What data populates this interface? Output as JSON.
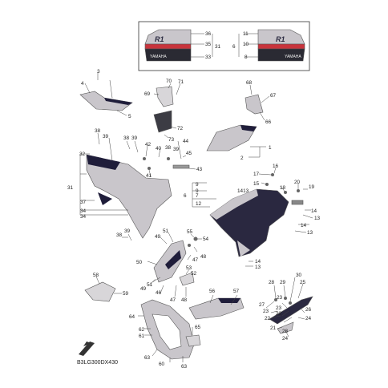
{
  "diagram": {
    "code": "B3LG300DX430",
    "colors": {
      "silver": "#c9c6cb",
      "silver_dark": "#9d9aa1",
      "dark_blue": "#1f1d3a",
      "dark_gray": "#3c3c44",
      "red": "#c8343c",
      "line": "#444444"
    },
    "inset_labels": {
      "decal_brand": "YAMAHA",
      "decal_logo_left": "R1",
      "decal_logo_right": "R1"
    },
    "callouts": {
      "c36": "36",
      "c35": "35",
      "c31a": "31",
      "c33": "33",
      "c11": "11",
      "c10": "10",
      "c6a": "6",
      "c8": "8",
      "c3": "3",
      "c4": "4",
      "c5": "5",
      "c70": "70",
      "c71": "71",
      "c69": "69",
      "c72": "72",
      "c73": "73",
      "c68": "68",
      "c67": "67",
      "c66": "66",
      "c1": "1",
      "c2": "2",
      "c38a": "38",
      "c39a": "39",
      "c32": "32",
      "c38b": "38",
      "c39b": "39",
      "c42": "42",
      "c40": "40",
      "c41": "41",
      "c38c": "38",
      "c39c": "39",
      "c44": "44",
      "c45": "45",
      "c43": "43",
      "c31b": "31",
      "c37": "37",
      "c34a": "34",
      "c34b": "34",
      "c9a": "9",
      "c9b": "9",
      "c7": "7",
      "c6b": "6",
      "c12": "12",
      "c17": "17",
      "c16": "16",
      "c15": "15",
      "c1413": "1413",
      "c18": "18",
      "c20": "20",
      "c19": "19",
      "c14a": "14",
      "c13a": "13",
      "c14b": "14",
      "c13b": "13",
      "c14c": "14",
      "c13c": "13",
      "c38d": "38",
      "c39d": "39",
      "c51": "51",
      "c49": "49",
      "c55": "55",
      "c54": "54",
      "c48a": "48",
      "c47a": "47",
      "c50": "50",
      "c53": "53",
      "c52": "52",
      "c49b": "49",
      "c51b": "51",
      "c46": "46",
      "c47b": "47",
      "c48b": "48",
      "c58": "58",
      "c59": "59",
      "c56": "56",
      "c57": "57",
      "c28": "28",
      "c29": "29",
      "c30": "30",
      "c25": "25",
      "c23a": "23",
      "c27": "27",
      "c23b": "23",
      "c22a": "22",
      "c23c": "23",
      "c22b": "22",
      "c26": "26",
      "c24a": "24",
      "c21": "21",
      "c28b": "28",
      "c24b": "24",
      "c64": "64",
      "c62": "62",
      "c61": "61",
      "c63a": "63",
      "c65": "65",
      "c60": "60",
      "c63b": "63"
    }
  }
}
